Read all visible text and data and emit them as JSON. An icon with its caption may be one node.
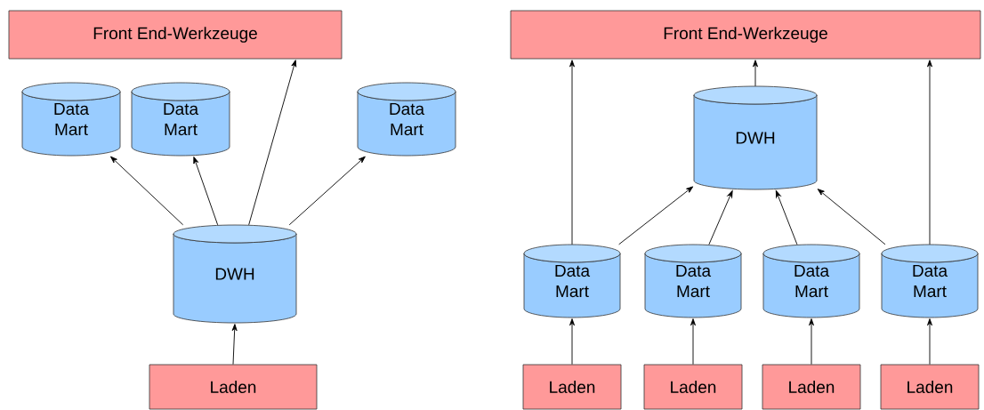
{
  "diagram": {
    "nodes": [
      {
        "text": [
          "Front End-Werkzeuge"
        ]
      },
      {
        "text": [
          "Data Mart"
        ]
      },
      {
        "text": [
          "Data Mart"
        ]
      },
      {
        "text": [
          "Data Mart"
        ]
      },
      {
        "text": [
          "DWH"
        ]
      },
      {
        "text": [
          "Laden"
        ]
      },
      {
        "text": [
          "Front End-Werkzeuge"
        ]
      },
      {
        "text": [
          "DWH"
        ]
      },
      {
        "text": [
          "Data Mart"
        ]
      },
      {
        "text": [
          "Data Mart"
        ]
      },
      {
        "text": [
          "Data Mart"
        ]
      },
      {
        "text": [
          "Data Mart"
        ]
      },
      {
        "text": [
          "Laden"
        ]
      },
      {
        "text": [
          "Laden"
        ]
      },
      {
        "text": [
          "Laden"
        ]
      },
      {
        "text": [
          "Laden"
        ]
      }
    ],
    "edges": [
      {
        "from": 4,
        "to": 1,
        "arrow": "to"
      },
      {
        "from": 4,
        "to": 2,
        "arrow": "to"
      },
      {
        "from": 4,
        "to": 0,
        "arrow": "to"
      },
      {
        "from": 4,
        "to": 3,
        "arrow": "to"
      },
      {
        "from": 5,
        "to": 4,
        "arrow": "to"
      },
      {
        "from": 8,
        "to": 6,
        "arrow": "to"
      },
      {
        "from": 7,
        "to": 6,
        "arrow": "to"
      },
      {
        "from": 11,
        "to": 6,
        "arrow": "to"
      },
      {
        "from": 8,
        "to": 7,
        "arrow": "to"
      },
      {
        "from": 9,
        "to": 7,
        "arrow": "to"
      },
      {
        "from": 10,
        "to": 7,
        "arrow": "to"
      },
      {
        "from": 11,
        "to": 7,
        "arrow": "to"
      },
      {
        "from": 12,
        "to": 8,
        "arrow": "to"
      },
      {
        "from": 13,
        "to": 9,
        "arrow": "to"
      },
      {
        "from": 14,
        "to": 10,
        "arrow": "to"
      },
      {
        "from": 15,
        "to": 11,
        "arrow": "to"
      }
    ]
  }
}
